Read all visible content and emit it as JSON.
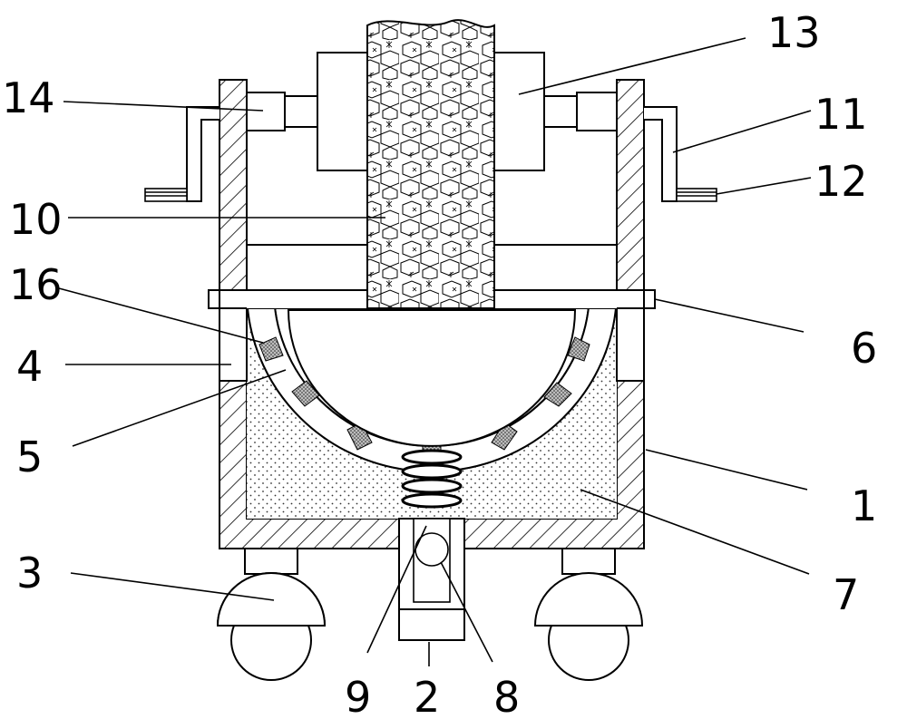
{
  "labels": {
    "l1": "1",
    "l2": "2",
    "l3": "3",
    "l4": "4",
    "l5": "5",
    "l6": "6",
    "l7": "7",
    "l8": "8",
    "l9": "9",
    "l10": "10",
    "l11": "11",
    "l12": "12",
    "l13": "13",
    "l14": "14",
    "l16": "16"
  }
}
